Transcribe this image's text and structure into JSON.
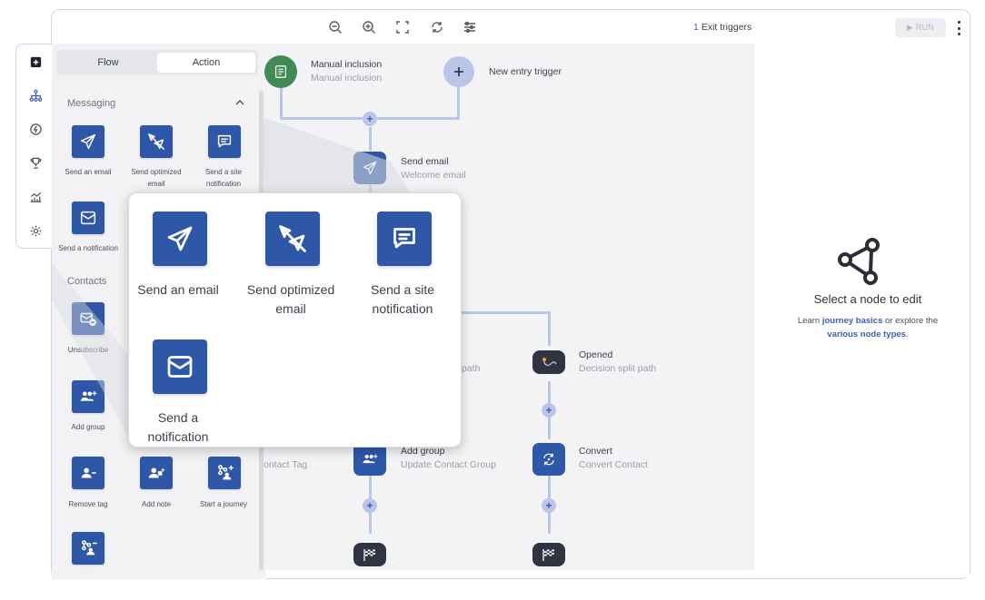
{
  "toolbar": {
    "icons": [
      "zoom-out-icon",
      "zoom-in-icon",
      "fit-screen-icon",
      "refresh-icon",
      "settings-sliders-icon"
    ],
    "exit_triggers_count": "1",
    "exit_triggers_label": "Exit triggers",
    "run_label": "▶ RUN"
  },
  "rail": {
    "icons": [
      "add-square-icon",
      "flow-tree-icon",
      "bolt-circle-icon",
      "trophy-icon",
      "analytics-icon",
      "settings-icon"
    ]
  },
  "library": {
    "tabs": [
      "Flow",
      "Action"
    ],
    "active_tab": "Action",
    "sections": {
      "messaging": "Messaging",
      "contacts": "Contacts"
    },
    "messaging_items": [
      {
        "label": "Send an email",
        "icon": "send-email-icon"
      },
      {
        "label": "Send optimized email",
        "icon": "send-optimized-email-icon"
      },
      {
        "label": "Send a site notification",
        "icon": "site-notification-icon"
      },
      {
        "label": "Send a notification",
        "icon": "notification-icon"
      }
    ],
    "contact_items": [
      {
        "label": "Unsubscribe",
        "icon": "unsubscribe-icon"
      },
      {
        "label": "Add group",
        "icon": "add-group-icon"
      },
      {
        "label": "Remove tag",
        "icon": "remove-tag-icon"
      },
      {
        "label": "Add note",
        "icon": "add-note-icon"
      },
      {
        "label": "Start a journey",
        "icon": "start-journey-icon"
      }
    ]
  },
  "magnifier": {
    "items": [
      {
        "line1": "Send an email",
        "line2": ""
      },
      {
        "line1": "Send optimized",
        "line2": "email"
      },
      {
        "line1": "Send a site",
        "line2": "notification"
      },
      {
        "line1": "Send a",
        "line2": "notification"
      }
    ]
  },
  "flow": {
    "manual_inclusion": {
      "title": "Manual inclusion",
      "subtitle": "Manual inclusion"
    },
    "new_entry": {
      "title": "New entry trigger"
    },
    "send_email": {
      "title": "Send email",
      "subtitle": "Welcome email"
    },
    "partial_path": {
      "subtitle": "path"
    },
    "opened": {
      "title": "Opened",
      "subtitle": "Decision split path"
    },
    "add_group": {
      "title": "Add group",
      "subtitle": "Update Contact Group"
    },
    "contact_tag": {
      "subtitle": "ontact Tag"
    },
    "convert": {
      "title": "Convert",
      "subtitle": "Convert Contact"
    },
    "plus": "+"
  },
  "right_panel": {
    "title": "Select a node to edit",
    "help_prefix": "Learn",
    "link1": "journey basics",
    "help_middle": "or explore the",
    "link2": "various node types",
    "help_suffix": "."
  },
  "colors": {
    "accent": "#2f57a7",
    "link": "#3b5eb8",
    "connector": "#b9c6e8",
    "green_node": "#3f8a55"
  }
}
